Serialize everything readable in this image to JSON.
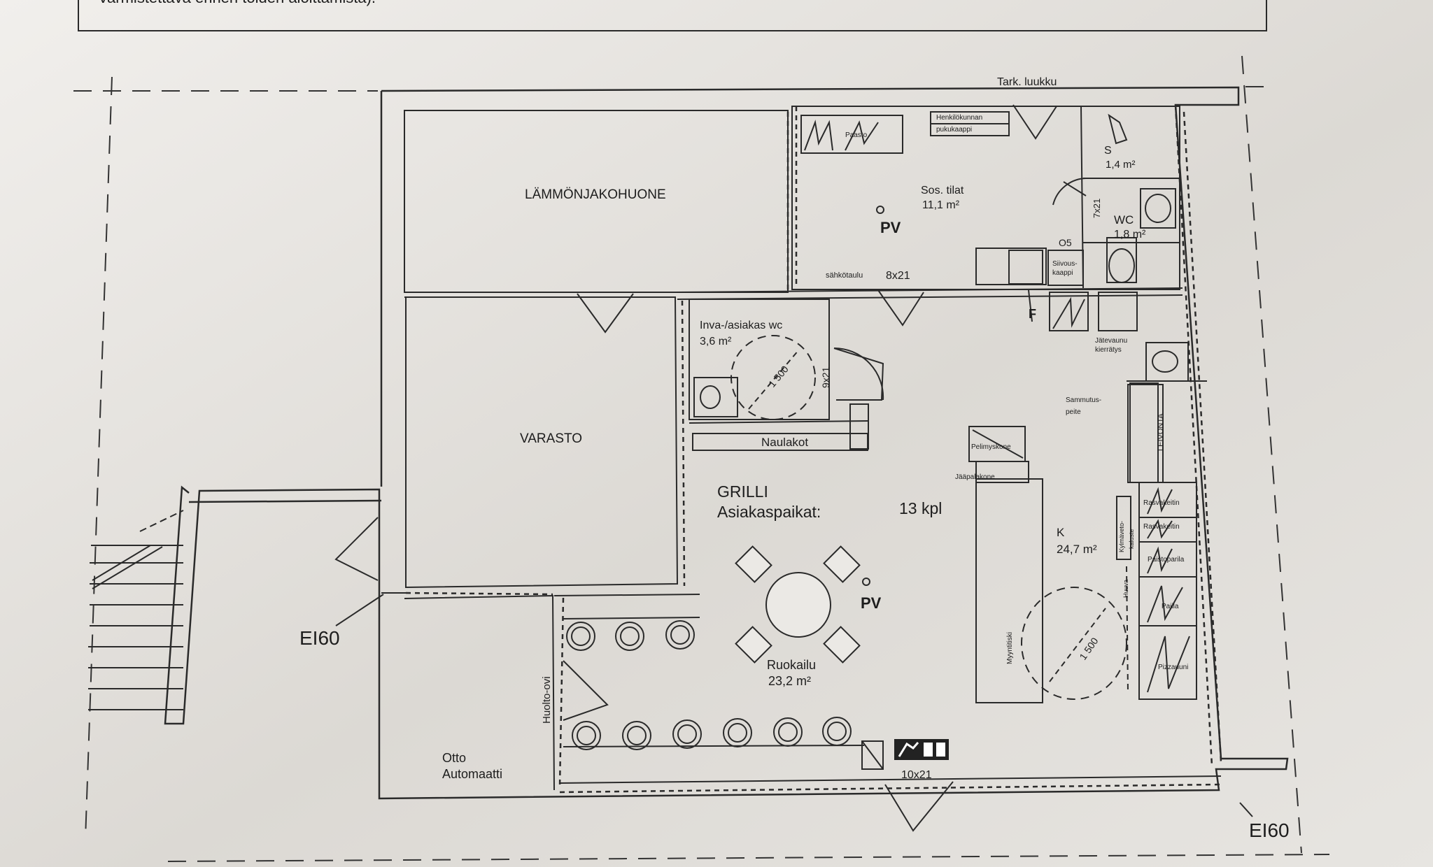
{
  "header_note": "Varmistettava ennen töiden aloittamista).",
  "rooms": {
    "lammonjakohuone": "LÄMMÖNJAKOHUONE",
    "sos_name": "Sos. tilat",
    "sos_area": "11,1 m²",
    "s_name": "S",
    "s_area": "1,4 m²",
    "wc_name": "WC",
    "wc_area": "1,8 m²",
    "inva_name": "Inva-/asiakas wc",
    "inva_area": "3,6 m²",
    "varasto": "VARASTO",
    "grilli": "GRILLI",
    "asiakaspaikat": "Asiakaspaikat:",
    "asiakaspaikat_count": "13 kpl",
    "k_name": "K",
    "k_area": "24,7 m²",
    "ruokailu_name": "Ruokailu",
    "ruokailu_area": "23,2 m²",
    "otto_line1": "Otto",
    "otto_line2": "Automaatti"
  },
  "labels": {
    "tark_luukku": "Tark. luukku",
    "henkilokunnan_pukukaappi_1": "Henkilökunnan",
    "henkilokunnan_pukukaappi_2": "pukukaappi",
    "paasto": "Paasto",
    "pv": "PV",
    "sahkotaulu": "sähkötaulu",
    "door_8x21": "8x21",
    "door_7x21": "7x21",
    "door_9x21": "9x21",
    "door_10x21": "10x21",
    "o5": "O5",
    "siivouskaappi_1": "Siivous-",
    "siivouskaappi_2": "kaappi",
    "f": "F",
    "jatevaunu_1": "Jätevaunu",
    "jatevaunu_2": "kierrätys",
    "sammutuspeite_1": "Sammutus-",
    "sammutuspeite_2": "peite",
    "leivonta": "LEIVONTA",
    "naulakot": "Naulakot",
    "r1500": "1 500",
    "pelimyskone": "Pelimyskone",
    "jaapalakone": "Jääpalakone",
    "myyntitiski": "Myyntitiski",
    "kylmavetokaluste_1": "Kylmäveto-",
    "kylmavetokaluste_2": "kaluste",
    "huuva": "Huuva",
    "rasvakeitin1": "Rasvakeitin",
    "rasvakeitin2": "Rasvakeitin",
    "paistoparila": "Paistoparila",
    "pajila": "Pajila",
    "pizzauuni": "Pizzauuni",
    "huolto_ovi": "Huolto-ovi",
    "ei60_left": "EI60",
    "ei60_right": "EI60"
  },
  "colors": {
    "paper": "#ebe9e5",
    "line": "#2a2a2a"
  }
}
